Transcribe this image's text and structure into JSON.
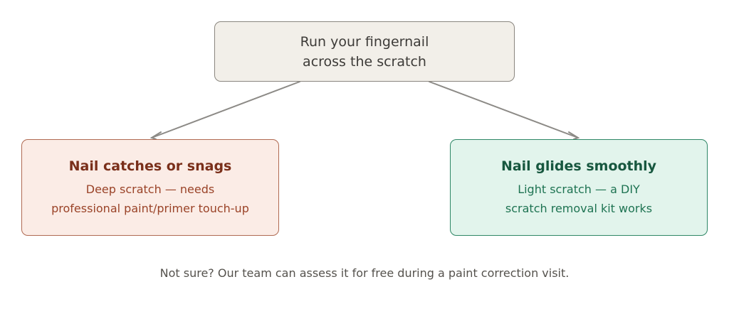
{
  "root": {
    "line1": "Run your fingernail",
    "line2": "across the scratch"
  },
  "branches": [
    {
      "title": "Nail catches or snags",
      "desc_line1": "Deep scratch — needs",
      "desc_line2": "professional paint/primer touch-up",
      "border_color": "#b06a52",
      "fill_color": "#fbece6"
    },
    {
      "title": "Nail glides smoothly",
      "desc_line1": "Light scratch — a DIY",
      "desc_line2": "scratch removal kit works",
      "border_color": "#2f8766",
      "fill_color": "#e2f4ec"
    }
  ],
  "footnote": "Not sure? Our team can assess it for free during a paint correction visit."
}
